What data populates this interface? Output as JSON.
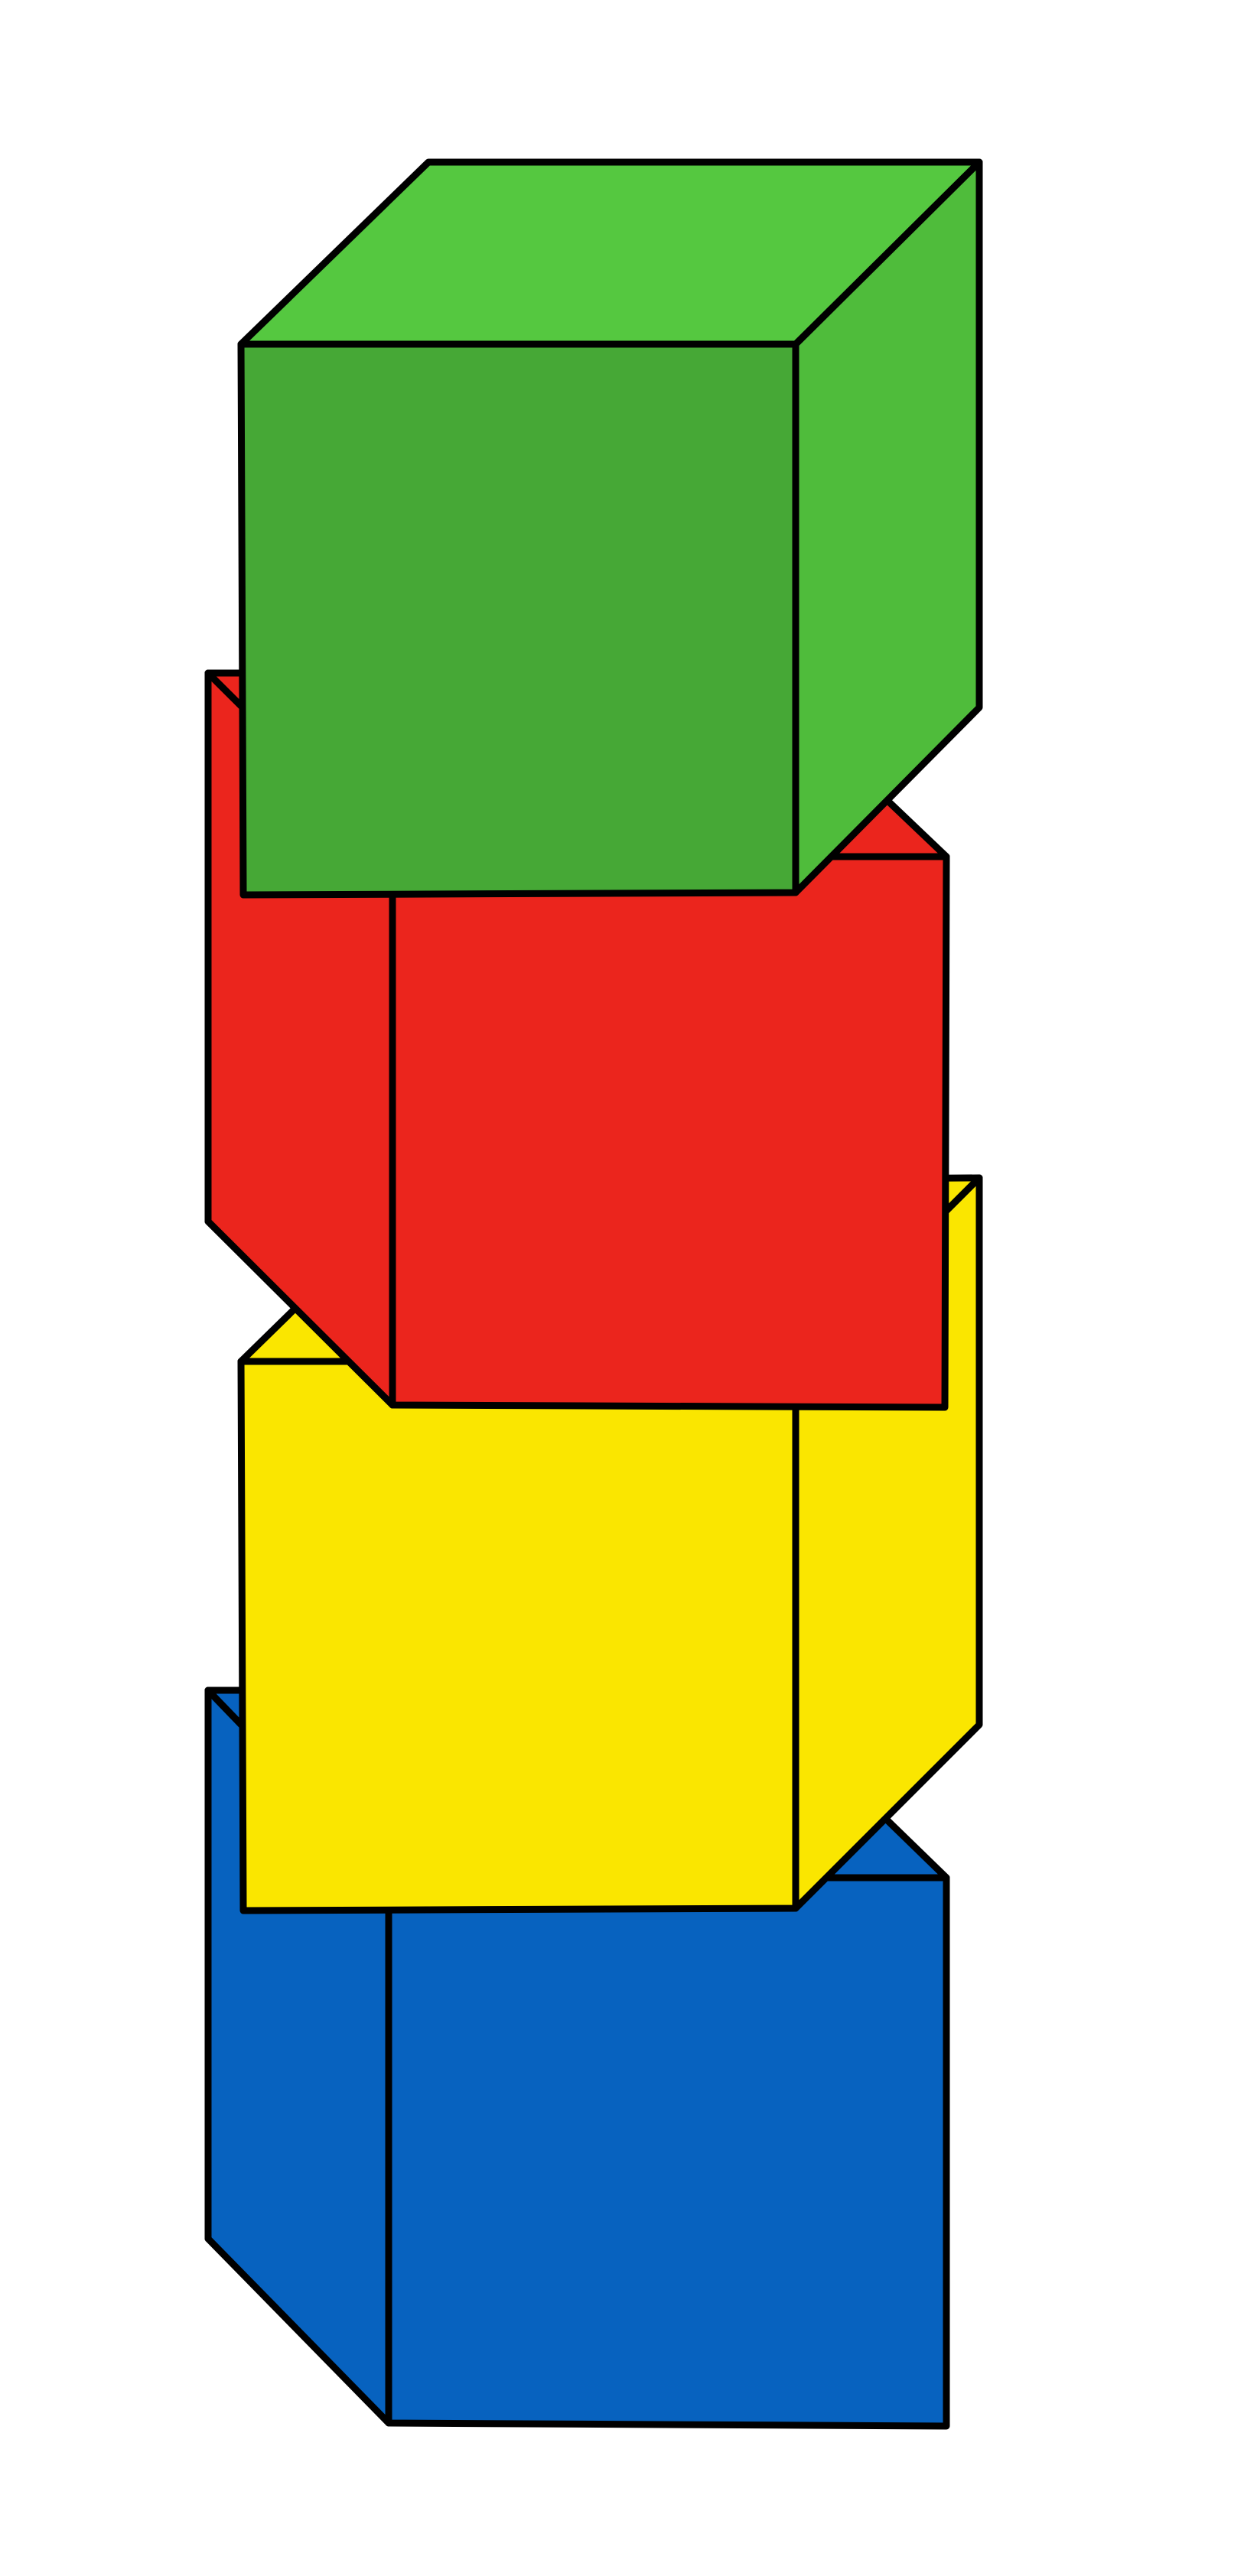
{
  "illustration": {
    "subject": "stack-of-four-cubes",
    "background_color": "#ffffff",
    "outline_color": "#000000",
    "cubes_bottom_to_top": [
      {
        "id": "blue",
        "colors": {
          "front": "#0762bf",
          "side": "#0762bf",
          "top": "#0762bf"
        }
      },
      {
        "id": "yellow",
        "colors": {
          "front": "#fae600",
          "side": "#fae600",
          "top": "#fae600"
        }
      },
      {
        "id": "red",
        "colors": {
          "front": "#eb251d",
          "side": "#eb251d",
          "top": "#eb251d"
        }
      },
      {
        "id": "green",
        "colors": {
          "front": "#46a836",
          "side": "#4fbc3b",
          "top": "#55c840"
        }
      }
    ]
  }
}
